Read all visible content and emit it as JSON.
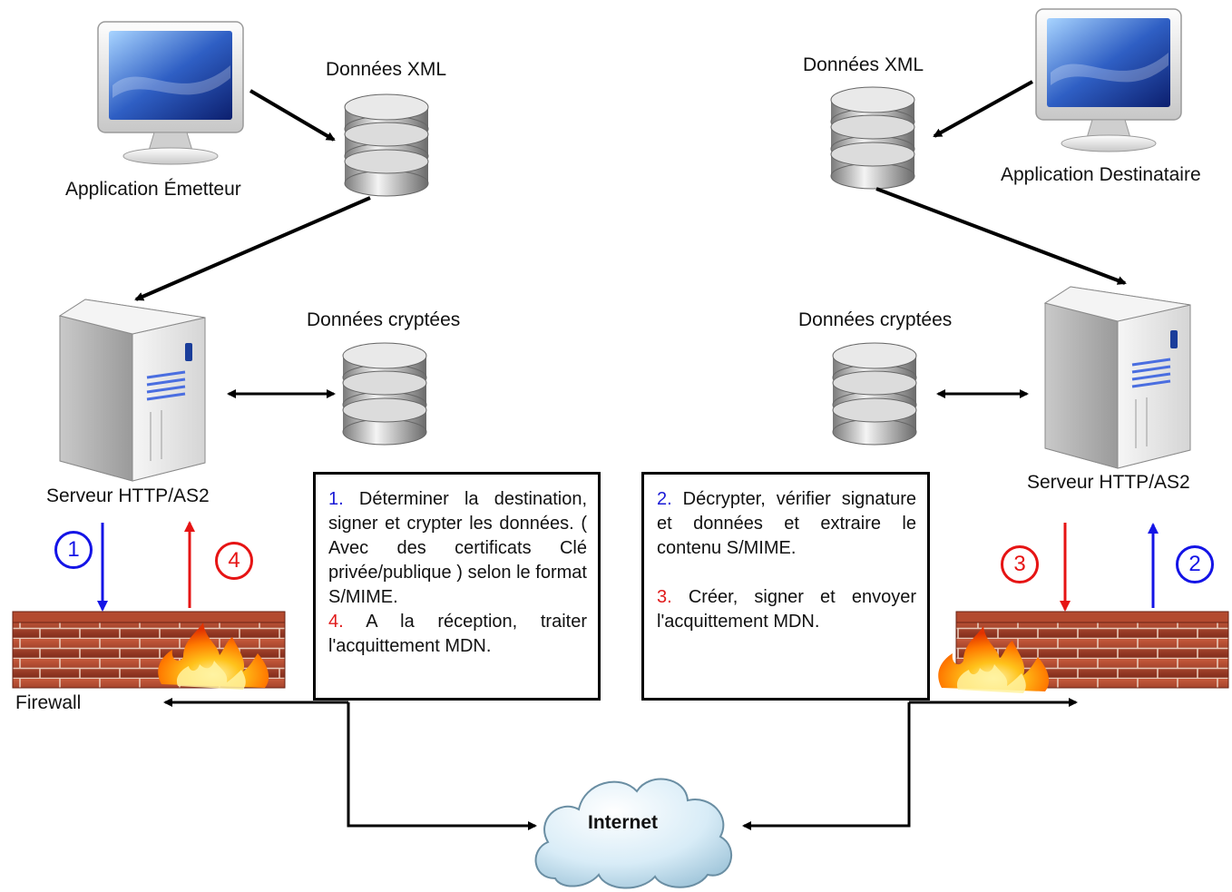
{
  "nodes": {
    "sender_app": "Application Émetteur",
    "receiver_app": "Application Destinataire",
    "xml_left": "Données XML",
    "xml_right": "Données XML",
    "crypt_left": "Données cryptées",
    "crypt_right": "Données cryptées",
    "server_left": "Serveur HTTP/AS2",
    "server_right": "Serveur HTTP/AS2",
    "firewall": "Firewall",
    "internet": "Internet"
  },
  "badges": {
    "b1": "1",
    "b2": "2",
    "b3": "3",
    "b4": "4"
  },
  "box_left": {
    "s1_num": "1.",
    "s1_text": "Déterminer la destination, signer et crypter les données. ( Avec des certificats Clé privée/publique ) selon le format S/MIME.",
    "s4_num": "4.",
    "s4_text": "A la réception, traiter l'acquittement MDN."
  },
  "box_right": {
    "s2_num": "2.",
    "s2_text": "Décrypter, vérifier signature et données et extraire le contenu S/MIME.",
    "s3_num": "3.",
    "s3_text": "Créer, signer et envoyer l'acquittement MDN."
  },
  "colors": {
    "blue": "#1414e6",
    "red": "#e61414",
    "brick": "#a8402a",
    "flame": "#ff8c1a"
  }
}
